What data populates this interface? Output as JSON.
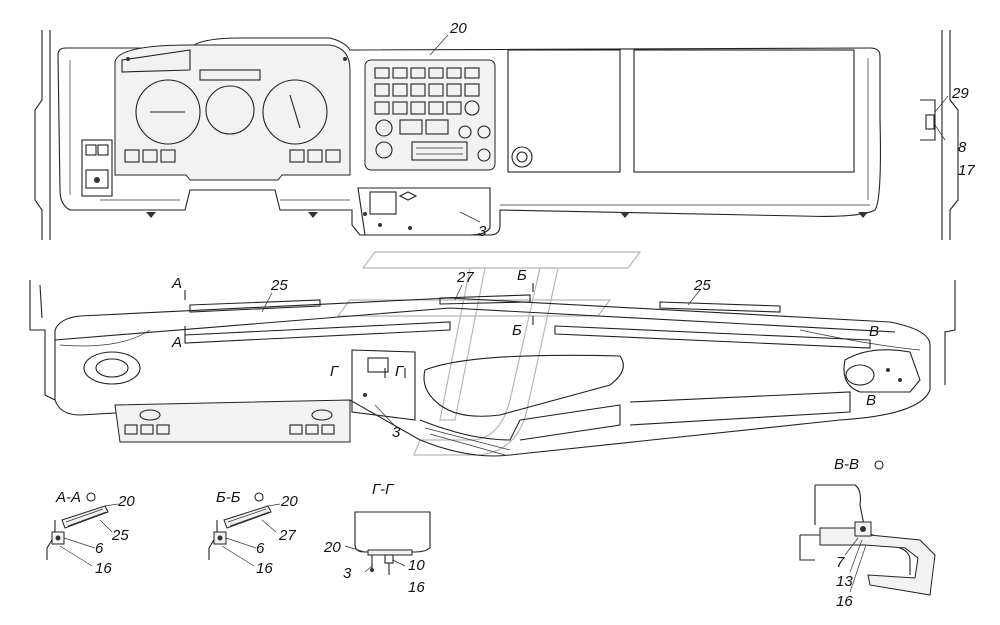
{
  "callouts": {
    "top_20": "20",
    "top_3": "3",
    "top_29": "29",
    "top_8": "8",
    "top_17": "17",
    "mid_25_left": "25",
    "mid_27": "27",
    "mid_25_right": "25",
    "mid_3": "3",
    "mid_A_top": "А",
    "mid_A_bottom": "А",
    "mid_B_top": "Б",
    "mid_B_bottom": "Б",
    "mid_V_top": "В",
    "mid_V_bottom": "В",
    "mid_G_left": "Г",
    "mid_G_right": "Г"
  },
  "sections": {
    "aa": {
      "title": "А-А",
      "labels": [
        "20",
        "25",
        "6",
        "16"
      ]
    },
    "bb": {
      "title": "Б-Б",
      "labels": [
        "20",
        "27",
        "6",
        "16"
      ]
    },
    "gg": {
      "title": "Г-Г",
      "labels": [
        "20",
        "3",
        "10",
        "16"
      ]
    },
    "vv": {
      "title": "В-В",
      "labels": [
        "7",
        "13",
        "16"
      ]
    }
  }
}
